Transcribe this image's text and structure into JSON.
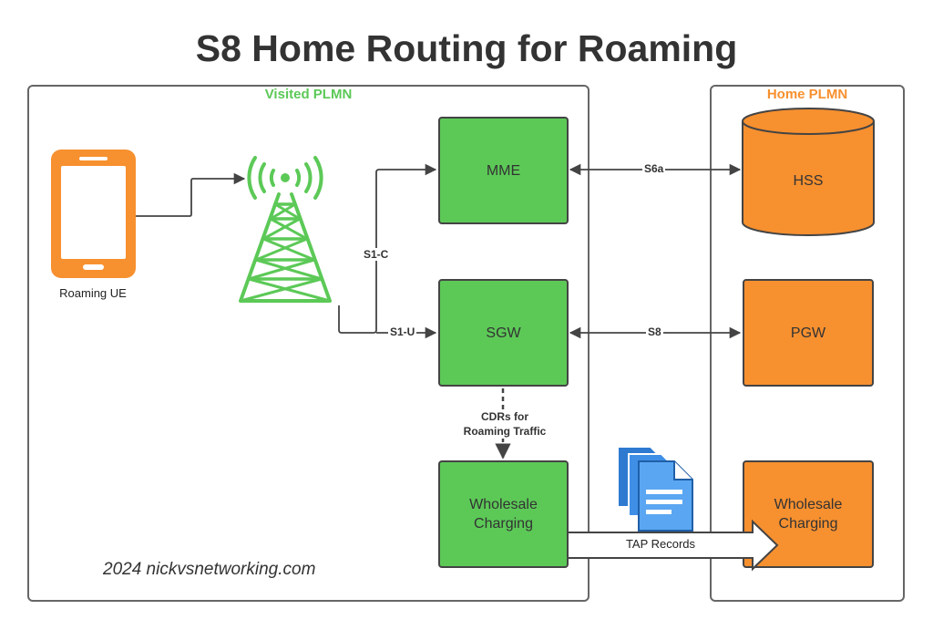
{
  "title": "S8 Home Routing for Roaming",
  "colors": {
    "green": "#5cc957",
    "orange": "#f7902f",
    "border": "#444444",
    "text": "#333333"
  },
  "regions": {
    "visited": {
      "label": "Visited PLMN",
      "color": "#5cc957"
    },
    "home": {
      "label": "Home PLMN",
      "color": "#f7902f"
    }
  },
  "ue": {
    "label": "Roaming UE",
    "icon": "smartphone-icon"
  },
  "tower": {
    "icon": "cell-tower-icon"
  },
  "nodes": {
    "mme": "MME",
    "sgw": "SGW",
    "wholesale_visited": "Wholesale Charging",
    "hss": "HSS",
    "pgw": "PGW",
    "wholesale_home": "Wholesale Charging"
  },
  "links": {
    "s1c": "S1-C",
    "s1u": "S1-U",
    "s6a": "S6a",
    "s8": "S8",
    "cdrs_line1": "CDRs for",
    "cdrs_line2": "Roaming Traffic",
    "tap": "TAP Records"
  },
  "tap_icon": "documents-icon",
  "footer": "2024 nickvsnetworking.com"
}
